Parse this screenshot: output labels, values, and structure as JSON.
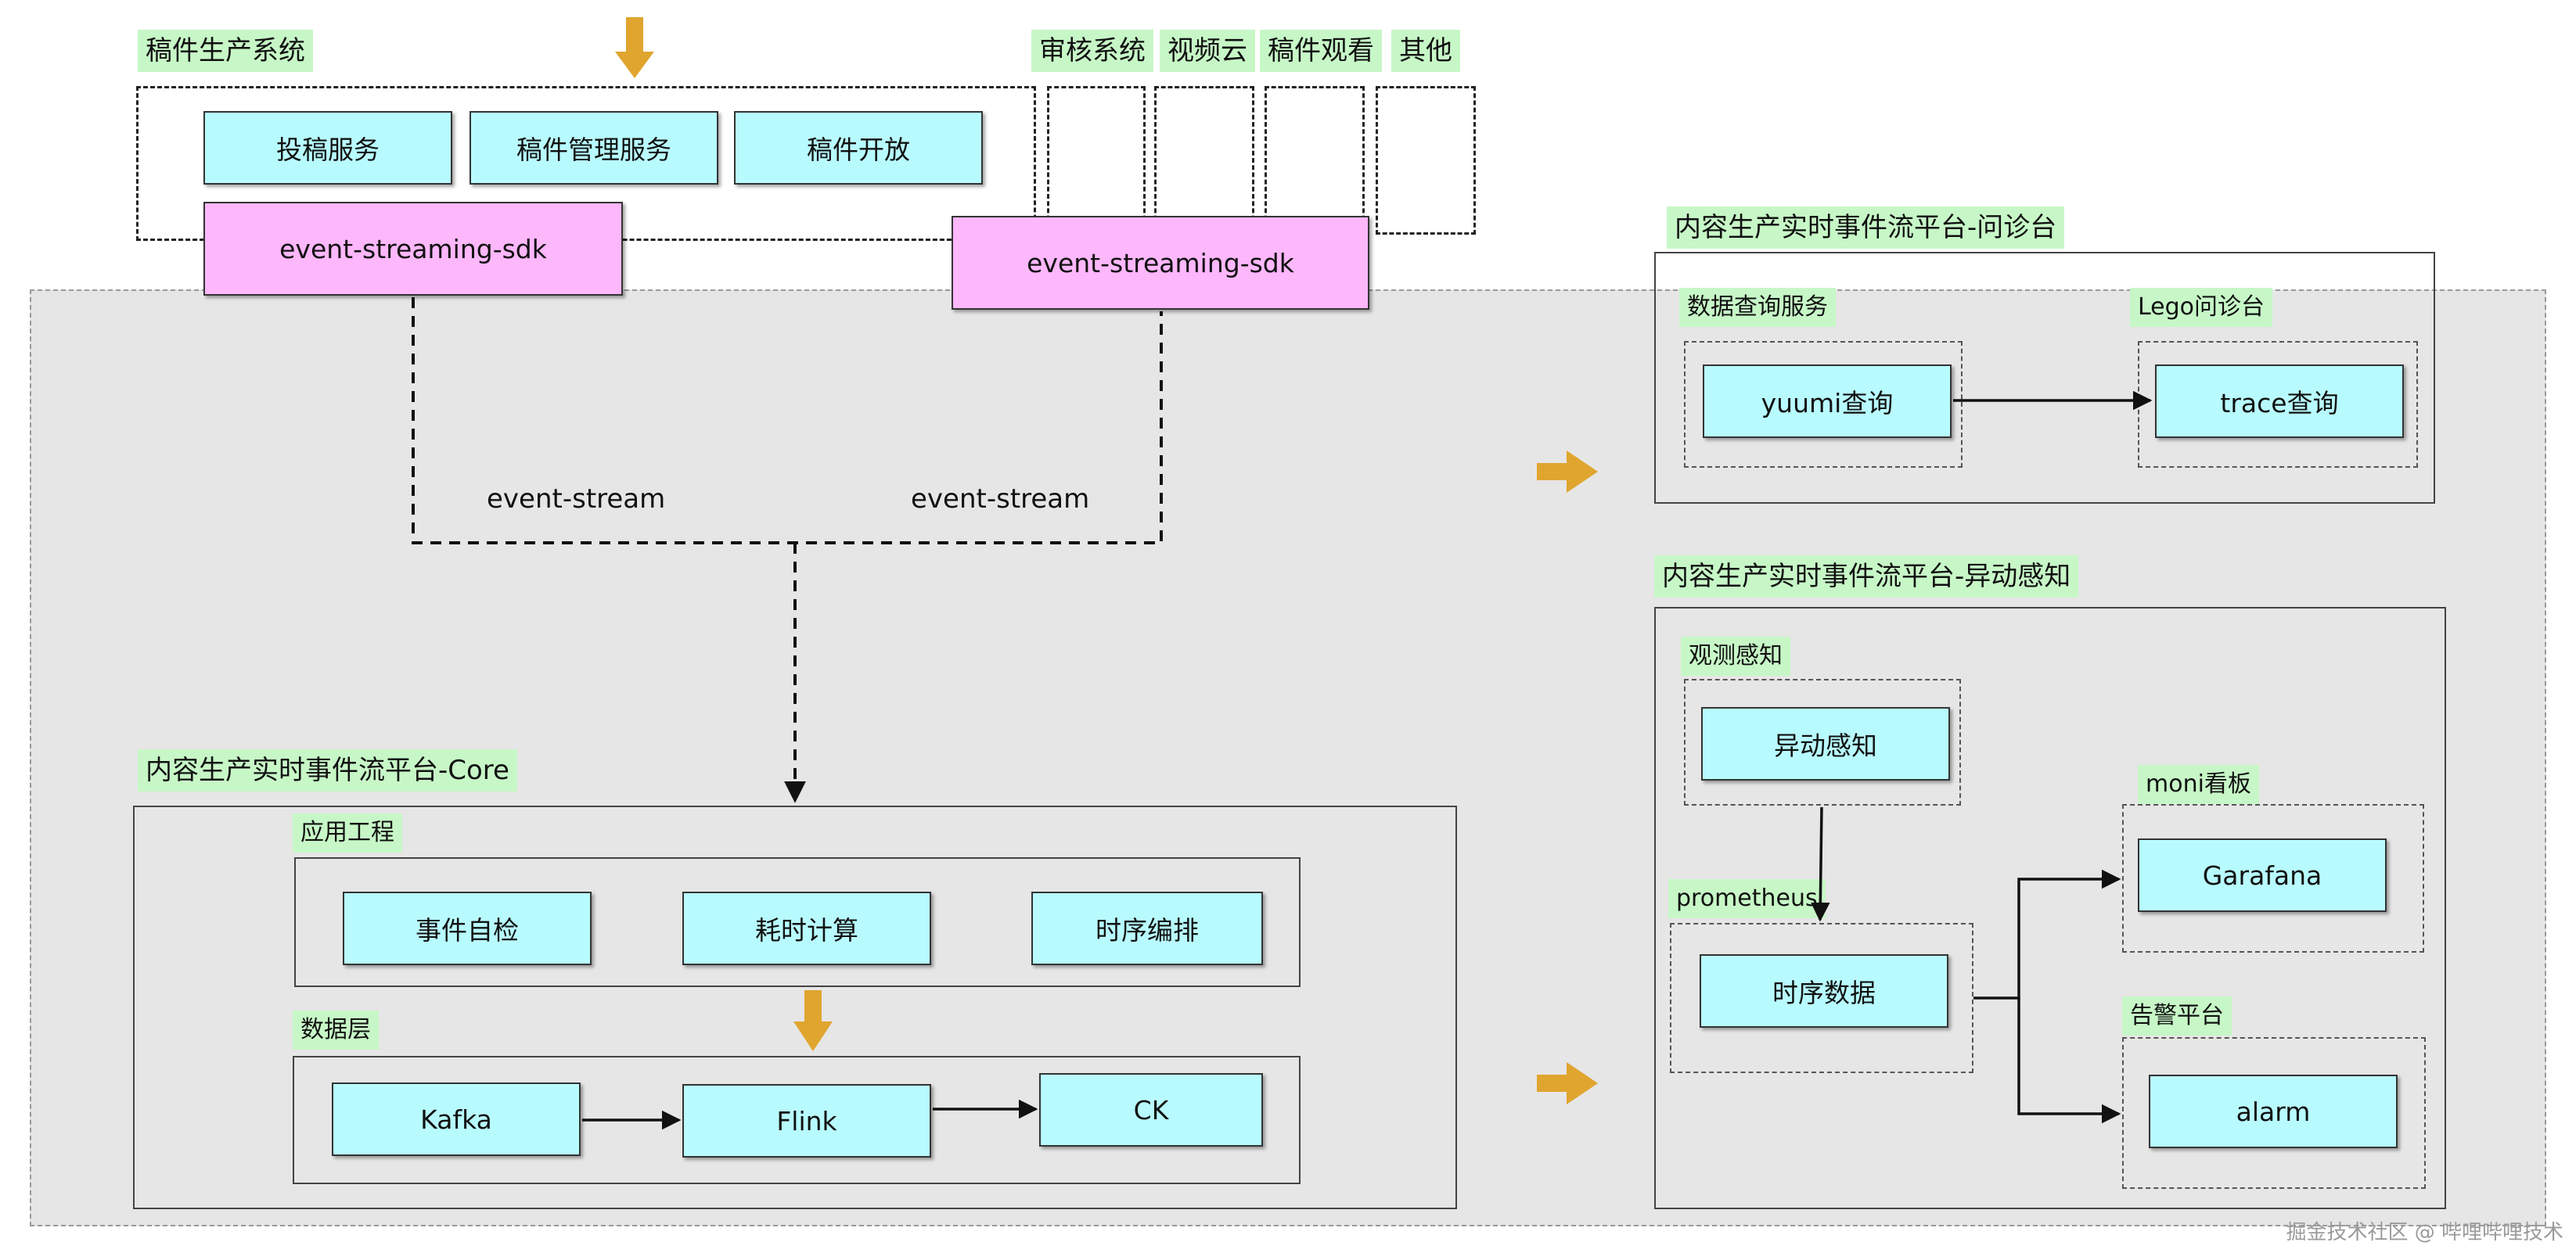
{
  "top": {
    "system_label": "稿件生产系统",
    "services": [
      "投稿服务",
      "稿件管理服务",
      "稿件开放"
    ],
    "other_systems": [
      "审核系统",
      "视频云",
      "稿件观看",
      "其他"
    ],
    "sdk_left": "event-streaming-sdk",
    "sdk_right": "event-streaming-sdk"
  },
  "streams": {
    "left": "event-stream",
    "right": "event-stream"
  },
  "core": {
    "title": "内容生产实时事件流平台-Core",
    "app_label": "应用工程",
    "app_items": [
      "事件自检",
      "耗时计算",
      "时序编排"
    ],
    "data_label": "数据层",
    "data_items": [
      "Kafka",
      "Flink",
      "CK"
    ]
  },
  "diag": {
    "title": "内容生产实时事件流平台-问诊台",
    "query_label": "数据查询服务",
    "query_item": "yuumi查询",
    "lego_label": "Lego问诊台",
    "lego_item": "trace查询"
  },
  "anomaly": {
    "title": "内容生产实时事件流平台-异动感知",
    "observe_label": "观测感知",
    "observe_item": "异动感知",
    "prom_label": "prometheus",
    "prom_item": "时序数据",
    "moni_label": "moni看板",
    "moni_item": "Garafana",
    "alarm_label": "告警平台",
    "alarm_item": "alarm"
  },
  "watermark": "掘金技术社区 @ 哔哩哔哩技术",
  "colors": {
    "service_box": "#b8fbff",
    "sdk_box": "#fdb7fb",
    "label_bg": "#c7f7c7",
    "arrow": "#e0a52f",
    "panel": "#e6e6e6"
  }
}
